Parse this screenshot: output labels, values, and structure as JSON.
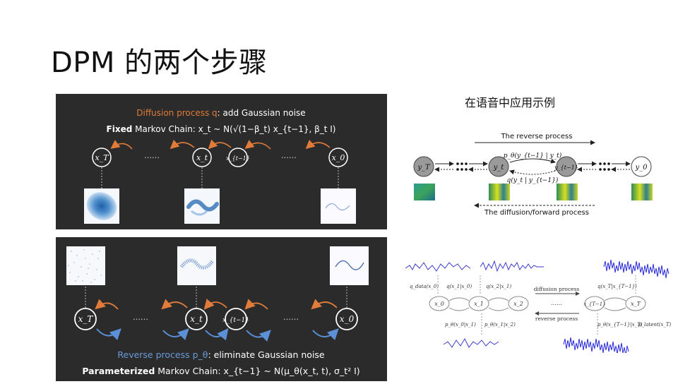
{
  "slide": {
    "title": "DPM 的两个步骤",
    "caption": "在语音中应用示例"
  },
  "forward_panel": {
    "heading_colored": "Diffusion process q",
    "heading_rest": ": add Gaussian noise",
    "chain_bold": "Fixed",
    "chain_rest": " Markov Chain: x_t ~ N(√(1−β_t) x_{t−1}, β_t I)",
    "nodes": [
      "x_T",
      "x_t",
      "x_{t−1}",
      "x_0"
    ],
    "ellipsis": "……",
    "colors": {
      "heading": "#e07b39",
      "arrow": "#e07b39",
      "background": "#2b2b2b"
    }
  },
  "reverse_panel": {
    "heading_colored": "Reverse process p_θ",
    "heading_rest": ": eliminate Gaussian noise",
    "chain_bold": "Parameterized",
    "chain_rest": " Markov Chain: x_{t−1} ~ N(μ_θ(x_t, t), σ_t² I)",
    "nodes": [
      "x_T",
      "x_t",
      "x_{t−1}",
      "x_0"
    ],
    "ellipsis": "……",
    "colors": {
      "heading": "#6a9bd8",
      "arrow_blue": "#5b8fd6",
      "arrow_orange": "#e07b39"
    }
  },
  "speech_figure": {
    "top_label": "The reverse process",
    "bottom_label": "The diffusion/forward process",
    "nodes": [
      "y_T",
      "y_t",
      "y_{t−1}",
      "y_0"
    ],
    "p_label": "p_θ(y_{t−1} | y_t)",
    "q_label": "q(y_t | y_{t−1})"
  },
  "audio_figure": {
    "top_labels": [
      "q_data(x_0)",
      "q(x_1|x_0)",
      "q(x_2|x_1)",
      "q(x_T|x_{T−1})"
    ],
    "nodes": [
      "x_0",
      "x_1",
      "x_2",
      "x_{T−1}",
      "x_T"
    ],
    "bottom_labels": [
      "p_θ(x_0|x_1)",
      "p_θ(x_1|x_2)",
      "p_θ(x_{T−1}|x_T)",
      "p_latent(x_T)"
    ],
    "mid_top": "diffusion process",
    "mid_dots": "……",
    "mid_bottom": "reverse process"
  }
}
